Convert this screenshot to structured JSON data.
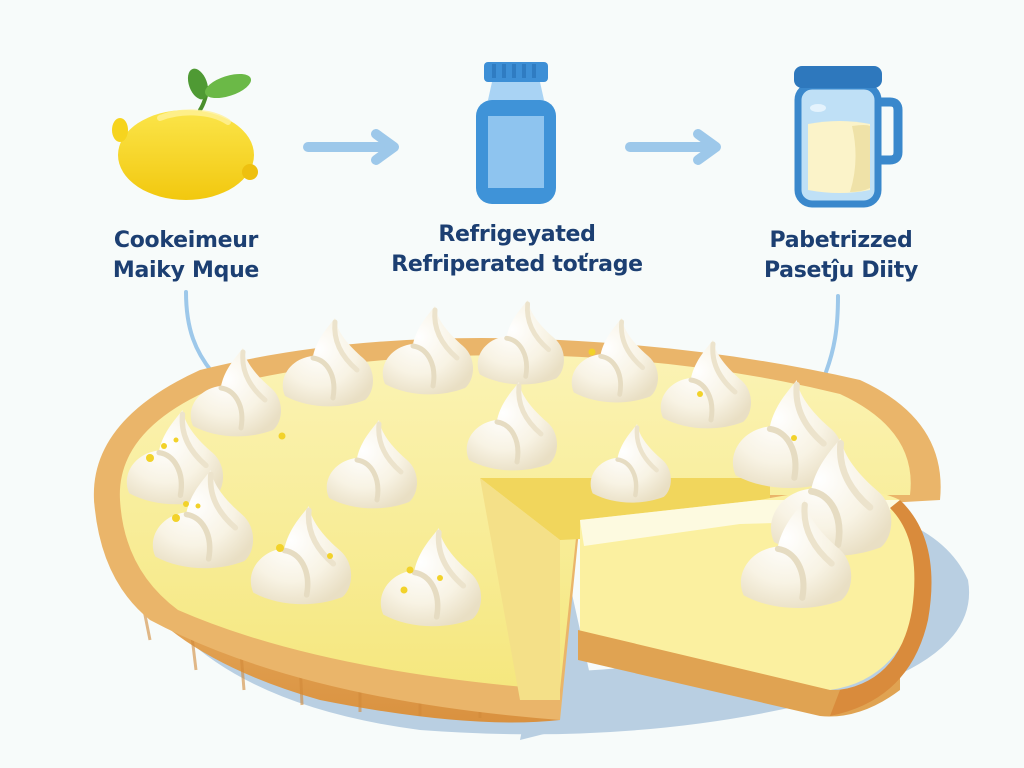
{
  "diagram": {
    "type": "process-flow-illustration",
    "steps": [
      {
        "icon": "lemon-icon",
        "label_line1": "Cookeimeur",
        "label_line2": "Maiky Mque"
      },
      {
        "icon": "bottle-icon",
        "label_line1": "Refrigeyated",
        "label_line2": "Refriperated toťrage"
      },
      {
        "icon": "milk-jar-icon",
        "label_line1": "Pabetrizzed",
        "label_line2": "Pasetĵu Diity"
      }
    ],
    "arrows": [
      "arrow-right",
      "arrow-right"
    ],
    "main_illustration": "lemon-cream-pie-with-slice-cut",
    "colors": {
      "background": "#f7fbfa",
      "label_text": "#1c3f72",
      "arrow": "#9dc8ea",
      "lemon": "#f6d41e",
      "leaf": "#5aab3c",
      "bottle": "#3f93d8",
      "bottle_label": "#8ec4ef",
      "jar_outline": "#3a88cc",
      "milk": "#fbf3c9",
      "crust": "#e3a55a",
      "filling": "#f8ec8e",
      "cream": "#fbf8ee",
      "plate": "#b9cfe2"
    }
  }
}
